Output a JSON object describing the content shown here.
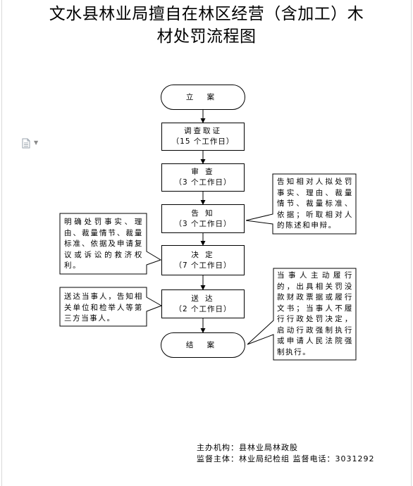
{
  "title": {
    "line1": "文水县林业局擅自在林区经营（含加工）木",
    "line2": "材处罚流程图"
  },
  "toolbar": {
    "doc_icon": "document-icon",
    "caret_icon": "chevron-down-icon"
  },
  "flow": {
    "start": "立 案",
    "investigate": {
      "label": "调查取证",
      "days": "（15 个工作日）"
    },
    "review": {
      "label": "审 查",
      "days": "（3 个工作日）"
    },
    "notify": {
      "label": "告 知",
      "days": "（3 个工作日）"
    },
    "decide": {
      "label": "决 定",
      "days": "（7 个工作日）"
    },
    "deliver": {
      "label": "送 达",
      "days": "（2 个工作日）"
    },
    "end": "结 案"
  },
  "notes": {
    "notify_right": "告知相对人拟处罚事实、理由、裁量情节、裁量标准、依据；听取相对人的陈述和申辩。",
    "decide_left": "明确处罚事实、理由、裁量情节、裁量标准、依据及申请复议或诉讼的救济权利。",
    "deliver_left": "送达当事人，告知相关单位和检举人等第三方当事人。",
    "end_right": "当事人主动履行的，出具相关罚没款财政票据或履行文书；当事人不履行行政处罚决定，启动行政强制执行或申请人民法院强制执行。"
  },
  "footer": {
    "organizer": "主办机构：县林业局林政股",
    "supervisor": "监督主体：林业局纪检组  监督电话：3031292"
  },
  "colors": {
    "line": "#000000",
    "icon": "#9aa3ad"
  }
}
